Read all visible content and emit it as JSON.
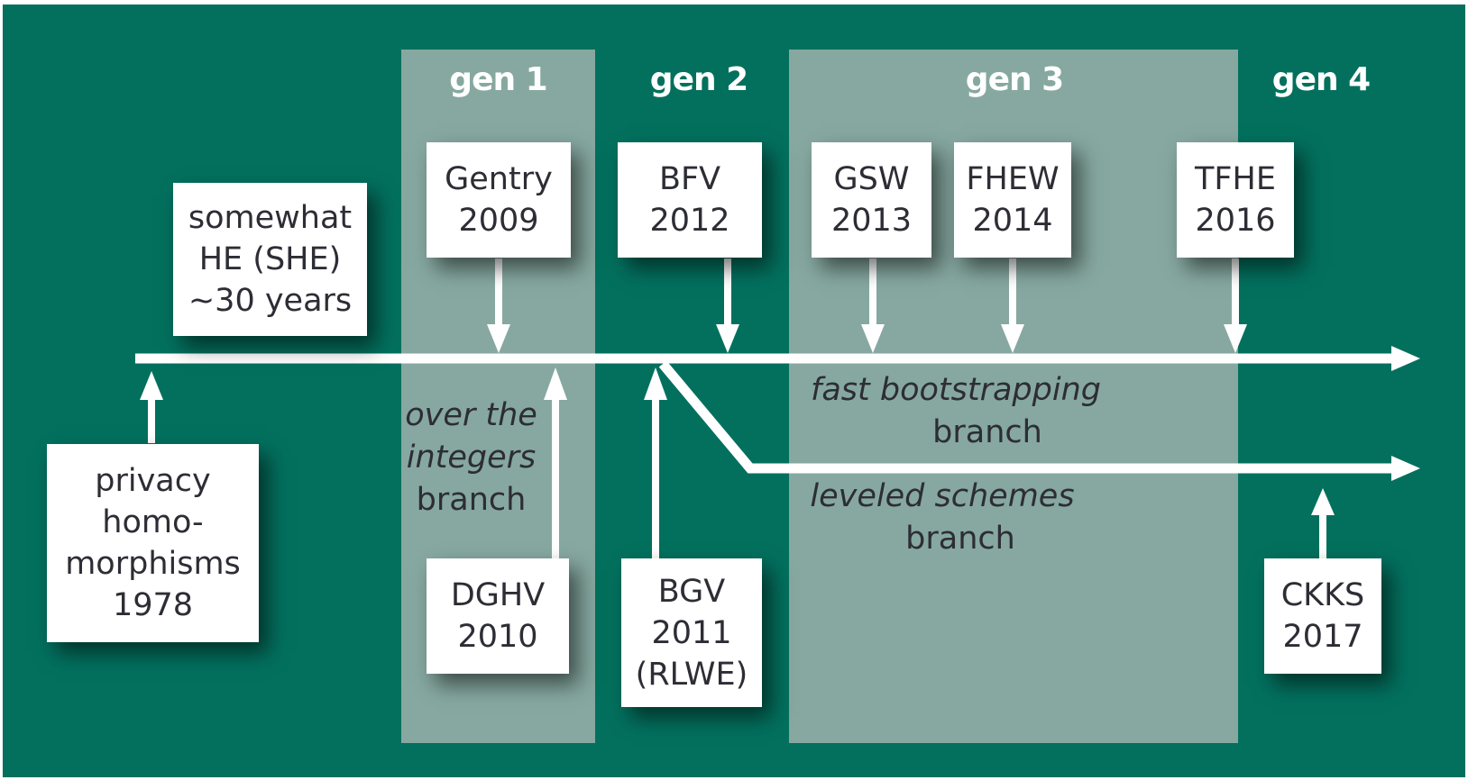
{
  "generations": [
    {
      "id": "gen1",
      "label": "gen 1"
    },
    {
      "id": "gen2",
      "label": "gen 2"
    },
    {
      "id": "gen3",
      "label": "gen 3"
    },
    {
      "id": "gen4",
      "label": "gen 4"
    }
  ],
  "schemes": {
    "gentry": "Gentry\n2009",
    "bfv": "BFV\n2012",
    "gsw": "GSW\n2013",
    "fhew": "FHEW\n2014",
    "tfhe": "TFHE\n2016",
    "she": "somewhat\nHE (SHE)\n~30 years",
    "privacy": "privacy\nhomo-\nmorphisms\n1978",
    "dghv": "DGHV\n2010",
    "bgv": "BGV\n2011\n(RLWE)",
    "ckks": "CKKS\n2017"
  },
  "branches": {
    "integers": {
      "line1": "over the",
      "line2": "integers",
      "line3": "branch"
    },
    "fast_bootstrapping": {
      "line1": "fast bootstrapping",
      "line2": "branch"
    },
    "leveled": {
      "line1": "leveled schemes",
      "line2": "branch"
    }
  },
  "colors": {
    "background": "#03705e",
    "band": "#86a8a0",
    "box": "#ffffff",
    "text": "#2d2d35",
    "arrow": "#ffffff"
  }
}
